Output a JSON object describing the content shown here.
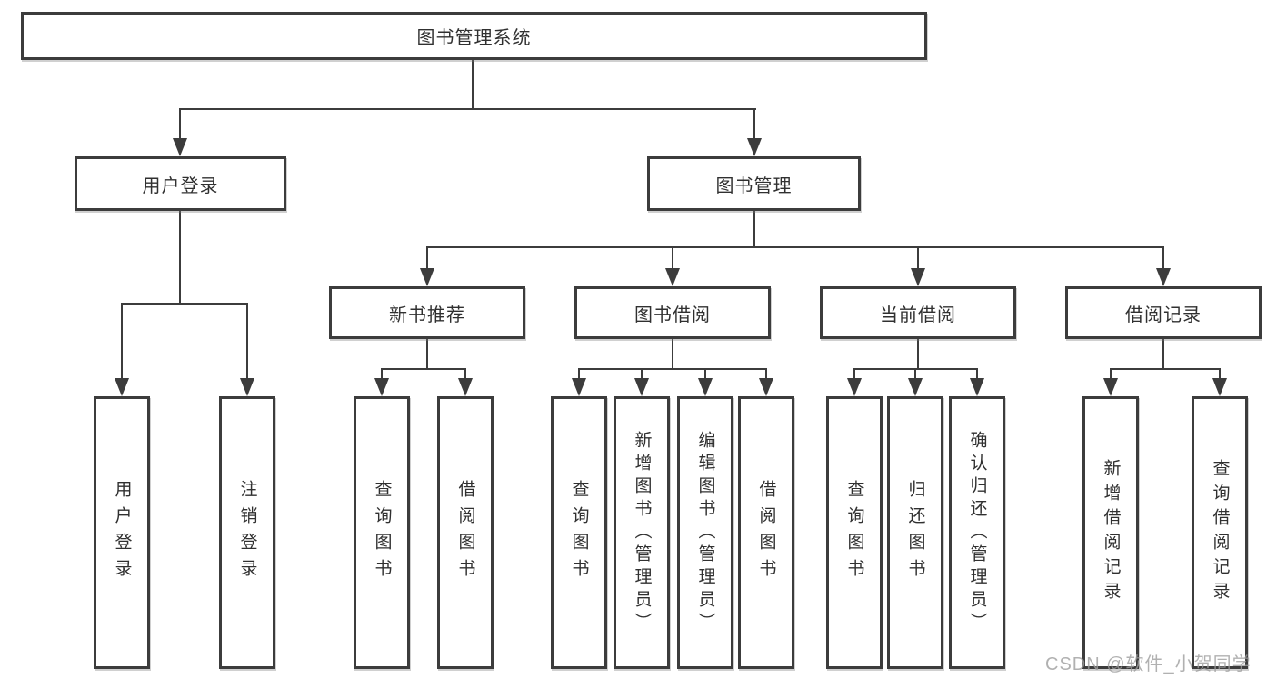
{
  "diagram_title": "图书管理系统",
  "nodes": {
    "root": "图书管理系统",
    "l2": [
      "用户登录",
      "图书管理"
    ],
    "l3": [
      "新书推荐",
      "图书借阅",
      "当前借阅",
      "借阅记录"
    ],
    "leaves": {
      "login": [
        "用户登录",
        "注销登录"
      ],
      "newbook": [
        "查询图书",
        "借阅图书"
      ],
      "borrow": [
        "查询图书",
        "新增图书（管理员）",
        "编辑图书（管理员）",
        "借阅图书"
      ],
      "current": [
        "查询图书",
        "归还图书",
        "确认归还（管理员）"
      ],
      "records": [
        "新增借阅记录",
        "查询借阅记录"
      ]
    }
  },
  "watermark": "CSDN @软件_小贺同学",
  "colors": {
    "line": "#3c3c3c",
    "box_border": "#3c3c3c",
    "text": "#303030",
    "watermark": "#9e9e9e",
    "background": "#ffffff"
  }
}
